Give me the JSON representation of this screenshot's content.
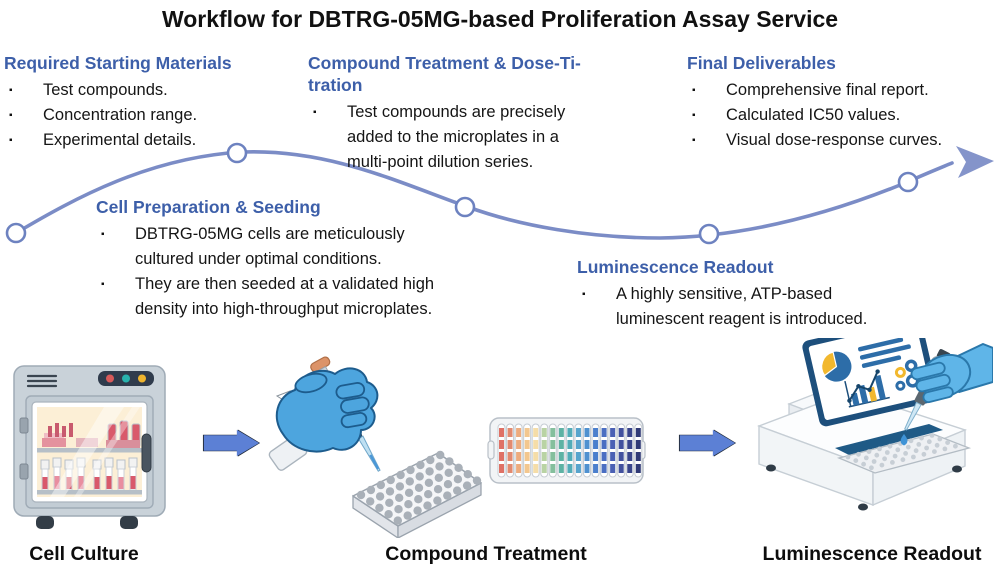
{
  "title": "Workflow for DBTRG-05MG-based Proliferation Assay Service",
  "steps": [
    {
      "heading": "Required Starting Materials",
      "bullets": [
        "Test compounds.",
        "Concentration range.",
        "Experimental details."
      ]
    },
    {
      "heading": "Compound Treatment & Dose-Titration",
      "heading_lines": [
        "Compound Treatment & Dose-Ti-",
        "tration"
      ],
      "bullets": [
        "Test compounds are precisely added to the microplates in a multi-point dilution series."
      ]
    },
    {
      "heading": "Final Deliverables",
      "bullets": [
        "Comprehensive final report.",
        "Calculated IC50 values.",
        "Visual dose-response curves."
      ]
    },
    {
      "heading": "Cell Preparation & Seeding",
      "bullets": [
        "DBTRG-05MG cells are meticulously cultured under optimal conditions.",
        "They are then seeded at a validated high density into high-throughput microplates."
      ]
    },
    {
      "heading": "Luminescence Readout",
      "bullets": [
        "A highly sensitive, ATP-based luminescent reagent is introduced."
      ]
    }
  ],
  "stages": [
    {
      "label": "Cell Culture",
      "illustration": "incubator"
    },
    {
      "label": "Compound Treatment",
      "illustration": "pipette-and-microplate"
    },
    {
      "label": "Luminescence Readout",
      "illustration": "plate-reader"
    }
  ],
  "colors": {
    "heading_blue": "#3d5fa9",
    "wave_blue": "#7b8cc6",
    "flow_arrow_blue": "#5c80d5",
    "glove_blue": "#4da5de",
    "screen_chart_blue": "#2d6da8",
    "screen_chart_yellow": "#f2b82e",
    "specimen_red": "#d9596b",
    "dose_gradient": [
      "#df7166",
      "#e28a70",
      "#edab7e",
      "#f3c78e",
      "#f5dda8",
      "#b9d3a4",
      "#84bf9d",
      "#5eb2a4",
      "#52acb8",
      "#57a4cd",
      "#4f91d0",
      "#4b7fcd",
      "#4a6ec2",
      "#4a60b4",
      "#42519e",
      "#39458b",
      "#303a76"
    ]
  }
}
